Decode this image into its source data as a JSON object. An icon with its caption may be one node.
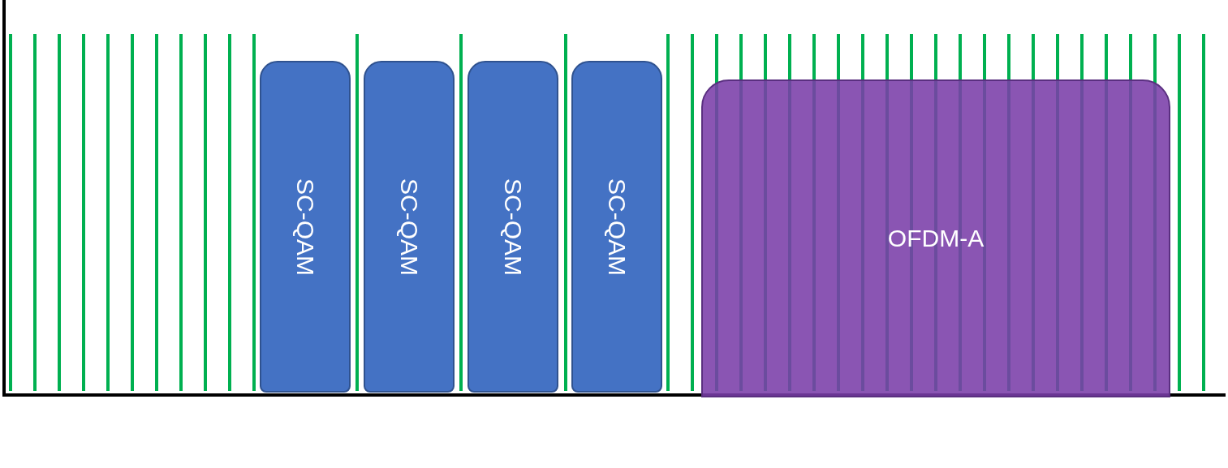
{
  "diagram": {
    "nodes": [
      {
        "text": [
          "SC-QAM"
        ]
      },
      {
        "text": [
          "SC-QAM"
        ]
      },
      {
        "text": [
          "SC-QAM"
        ]
      },
      {
        "text": [
          "SC-QAM"
        ]
      },
      {
        "text": [
          "OFDM-A"
        ]
      }
    ]
  }
}
